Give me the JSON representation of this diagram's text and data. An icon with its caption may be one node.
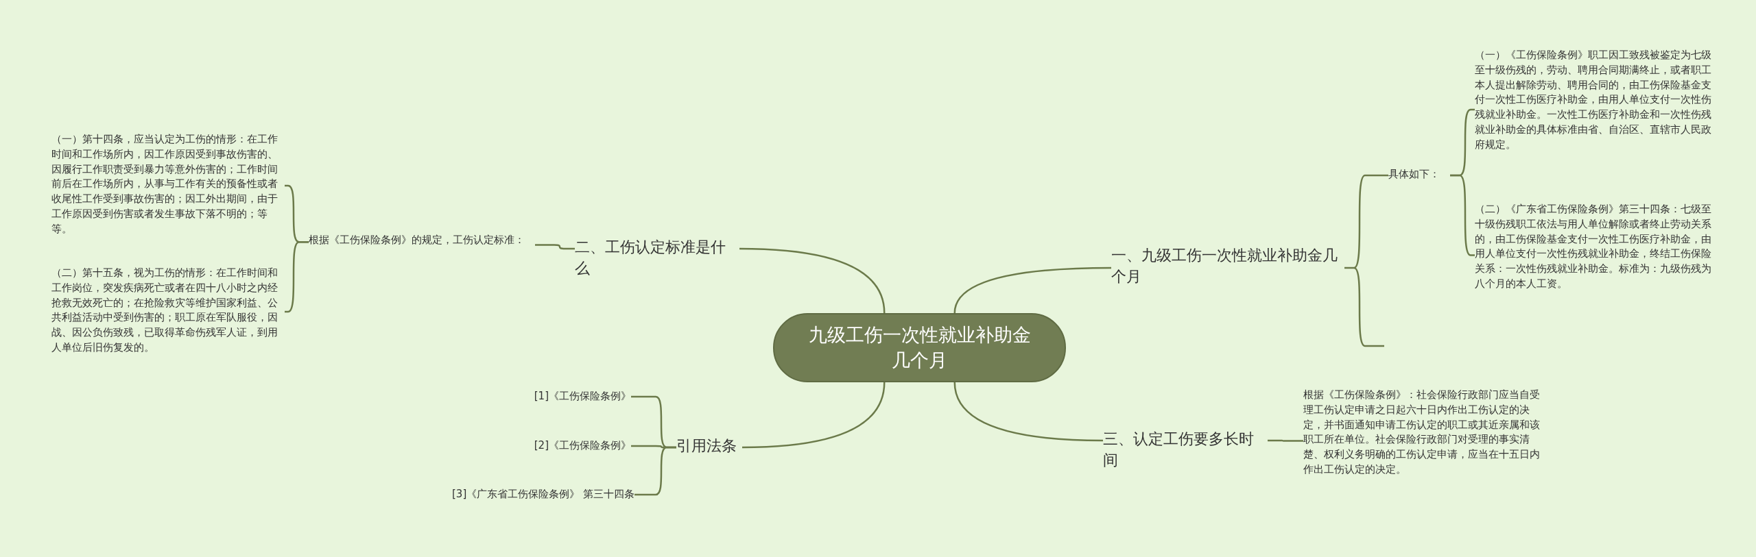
{
  "diagram": {
    "nodes": [
      {
        "text": [
          "九级工伤一次性就业补助金几个月"
        ]
      },
      {
        "text": [
          "一、九级工伤一次性就业补助金几个月"
        ]
      },
      {
        "text": [
          "具体如下："
        ]
      },
      {
        "text": [
          "（一）《工伤保险条例》职工因工致残被鉴定为七级至十级伤残的，劳动、聘用合同期满终止，或者职工本人提出解除劳动、聘用合同的，由工伤保险基金支付一次性工伤医疗补助金，由用人单位支付一次性伤残就业补助金。一次性工伤医疗补助金和一次性伤残就业补助金的具体标准由省、自治区、直辖市人民政府规定。"
        ]
      },
      {
        "text": [
          "（二）《广东省工伤保险条例》第三十四条：七级至十级伤残职工依法与用人单位解除或者终止劳动关系的，由工伤保险基金支付一次性工伤医疗补助金，由用人单位支付一次性伤残就业补助金，终结工伤保险关系：一次性伤残就业补助金。标准为：九级伤残为八个月的本人工资。"
        ]
      },
      {
        "text": [
          "二、工伤认定标准是什么"
        ]
      },
      {
        "text": [
          "根据《工伤保险条例》的规定，工伤认定标准："
        ]
      },
      {
        "text": [
          "（一）第十四条，应当认定为工伤的情形：在工作时间和工作场所内，因工作原因受到事故伤害的、因履行工作职责受到暴力等意外伤害的；工作时间前后在工作场所内，从事与工作有关的预备性或者收尾性工作受到事故伤害的；因工外出期间，由于工作原因受到伤害或者发生事故下落不明的；等等。"
        ]
      },
      {
        "text": [
          "（二）第十五条，视为工伤的情形：在工作时间和工作岗位，突发疾病死亡或者在四十八小时之内经抢救无效死亡的；在抢险救灾等维护国家利益、公共利益活动中受到伤害的；职工原在军队服役，因战、因公负伤致残，已取得革命伤残军人证，到用人单位后旧伤复发的。"
        ]
      },
      {
        "text": [
          "三、认定工伤要多长时间"
        ]
      },
      {
        "text": [
          "根据《工伤保险条例》：社会保险行政部门应当自受理工伤认定申请之日起六十日内作出工伤认定的决定，并书面通知申请工伤认定的职工或其近亲属和该职工所在单位。社会保险行政部门对受理的事实清楚、权利义务明确的工伤认定申请，应当在十五日内作出工伤认定的决定。"
        ]
      },
      {
        "text": [
          "引用法条"
        ]
      },
      {
        "text": [
          "[1]《工伤保险条例》"
        ]
      },
      {
        "text": [
          "[2]《工伤保险条例》"
        ]
      },
      {
        "text": [
          "[3]《广东省工伤保险条例》 第三十四条"
        ]
      }
    ],
    "edges": [
      {
        "from": 0,
        "to": 1,
        "arrow": "none"
      },
      {
        "from": 1,
        "to": 2,
        "arrow": "none"
      },
      {
        "from": 2,
        "to": 3,
        "arrow": "none"
      },
      {
        "from": 2,
        "to": 4,
        "arrow": "none"
      },
      {
        "from": 0,
        "to": 5,
        "arrow": "none"
      },
      {
        "from": 5,
        "to": 6,
        "arrow": "none"
      },
      {
        "from": 6,
        "to": 7,
        "arrow": "none"
      },
      {
        "from": 6,
        "to": 8,
        "arrow": "none"
      },
      {
        "from": 0,
        "to": 9,
        "arrow": "none"
      },
      {
        "from": 9,
        "to": 10,
        "arrow": "none"
      },
      {
        "from": 0,
        "to": 11,
        "arrow": "none"
      },
      {
        "from": 11,
        "to": 12,
        "arrow": "none"
      },
      {
        "from": 11,
        "to": 13,
        "arrow": "none"
      },
      {
        "from": 11,
        "to": 14,
        "arrow": "none"
      }
    ]
  }
}
